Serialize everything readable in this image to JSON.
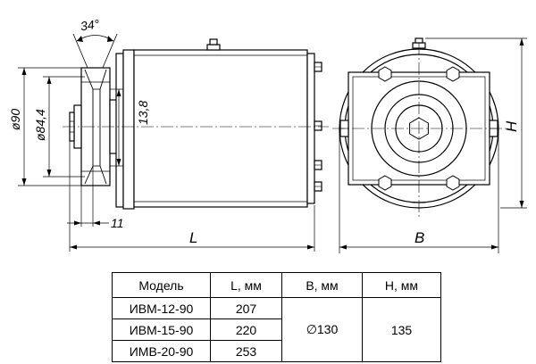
{
  "dimensions": {
    "angle": "34°",
    "pulley_outer_dia": "ø90",
    "pulley_inner_dia": "ø84,4",
    "groove": "13,8",
    "offset": "11",
    "length": "L",
    "width": "B",
    "height": "H"
  },
  "table": {
    "headers": [
      "Модель",
      "L, мм",
      "B, мм",
      "H, мм"
    ],
    "rows": [
      {
        "model": "ИВМ-12-90",
        "L": "207"
      },
      {
        "model": "ИВМ-15-90",
        "L": "220"
      },
      {
        "model": "ИМВ-20-90",
        "L": "253"
      }
    ],
    "B_value": "∅130",
    "H_value": "135"
  }
}
